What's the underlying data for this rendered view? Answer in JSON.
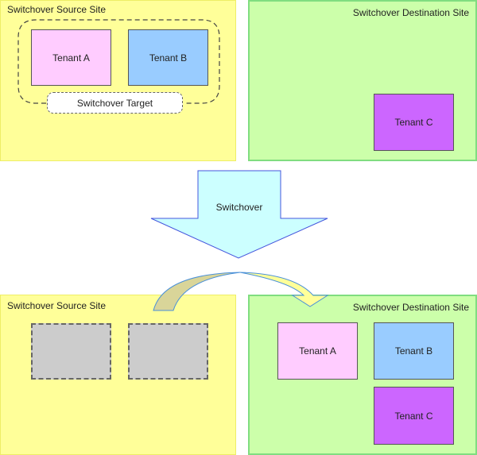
{
  "before": {
    "source_site": {
      "label": "Switchover Source Site",
      "group_label": "Switchover Target",
      "tenants": [
        {
          "label": "Tenant A",
          "color": "#FFCCFF"
        },
        {
          "label": "Tenant B",
          "color": "#99CCFF"
        }
      ]
    },
    "destination_site": {
      "label": "Switchover Destination Site",
      "tenants": [
        {
          "label": "Tenant C",
          "color": "#CC66FF"
        }
      ]
    }
  },
  "transition": {
    "label": "Switchover",
    "arrow_color": "#CCFFFF",
    "arrow_border": "#4455DD"
  },
  "after": {
    "source_site": {
      "label": "Switchover Source Site",
      "vacated_slots": 2,
      "vacated_color": "#CCCCCC"
    },
    "destination_site": {
      "label": "Switchover Destination Site",
      "tenants": [
        {
          "label": "Tenant A",
          "color": "#FFCCFF"
        },
        {
          "label": "Tenant B",
          "color": "#99CCFF"
        },
        {
          "label": "Tenant C",
          "color": "#CC66FF"
        }
      ]
    }
  },
  "colors": {
    "source_site_bg": "#FFFF99",
    "destination_site_bg": "#CCFFAA",
    "move_arrow_fill": "#FFFF99",
    "move_arrow_shade": "#D9D599",
    "move_arrow_border": "#4A90D9"
  }
}
